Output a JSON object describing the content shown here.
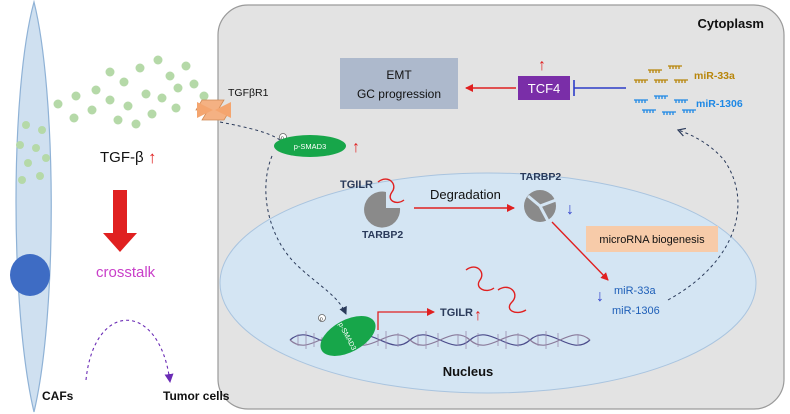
{
  "labels": {
    "cytoplasm": "Cytoplasm",
    "nucleus": "Nucleus",
    "tgf_beta": "TGF-β",
    "tgfbr1": "TGFβR1",
    "psmad3": "p-SMAD3",
    "crosstalk": "crosstalk",
    "cafs": "CAFs",
    "tumor_cells": "Tumor cells",
    "emt_line1": "EMT",
    "emt_line2": "GC progression",
    "tcf4": "TCF4",
    "mir33a": "miR-33a",
    "mir1306": "miR-1306",
    "tgilr": "TGILR",
    "tarbp2": "TARBP2",
    "degradation": "Degradation",
    "microrna_biogenesis": "microRNA biogenesis",
    "up_arrow": "↑",
    "down_arrow": "↓",
    "phospho": "p"
  },
  "colors": {
    "cell_fill": "#cfe0f0",
    "cell_stroke": "#8fb2d6",
    "cytoplasm_fill": "#e3e3e3",
    "cytoplasm_stroke": "#9a9a9a",
    "nucleus_fill": "#d4e5f3",
    "cell_nucleus": "#3e6cc4",
    "dots": "#b5d9a8",
    "red": "#e02020",
    "smad_green": "#17a64a",
    "tcf4_purple": "#7a2ea8",
    "crosstalk_magenta": "#c93fc9",
    "emt_box": "#adb9cc",
    "biogenesis_box": "#f7cba9",
    "mir33a_gold": "#b8860b",
    "mir1306_blue": "#1e88e5",
    "dark_navy": "#2a3a5a",
    "inhibit_blue": "#2c3cc8",
    "down_blue": "#3344cc"
  }
}
